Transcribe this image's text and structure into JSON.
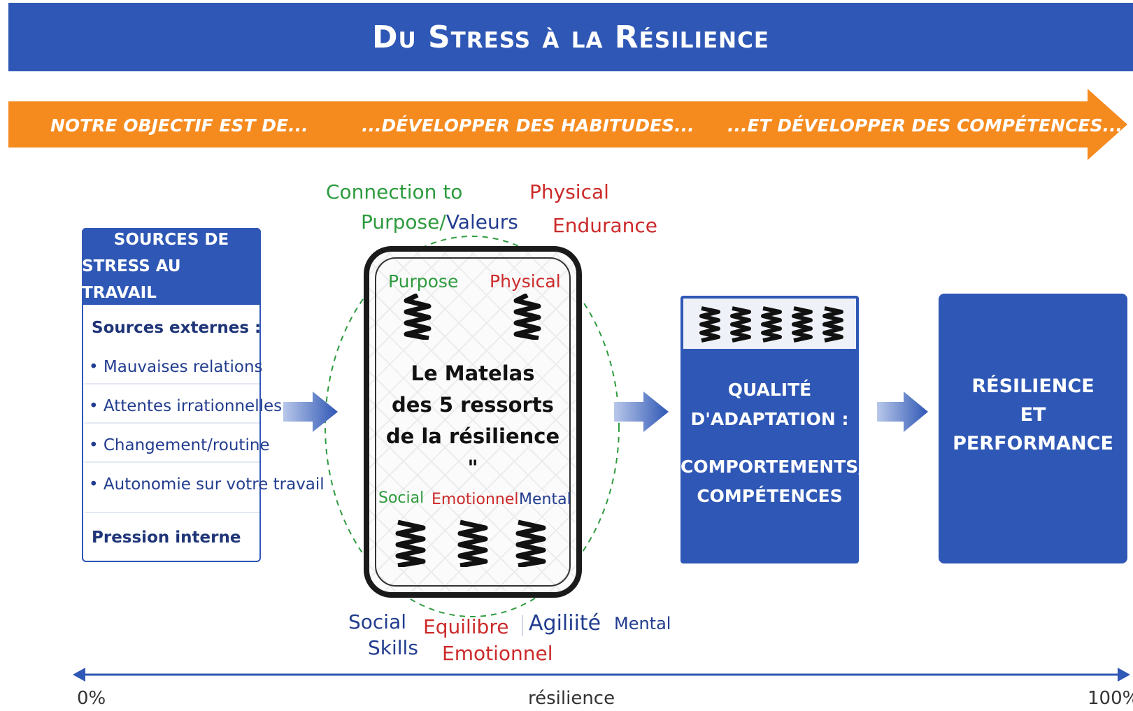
{
  "title": "Du Stress à la Résilience",
  "band": {
    "step1": "NOTRE OBJECTIF EST DE...",
    "step2": "...DÉVELOPPER DES HABITUDES...",
    "step3": "...ET DÉVELOPPER DES COMPÉTENCES..."
  },
  "top_labels": {
    "connection_line1": "Connection to",
    "purpose": "Purpose/",
    "valeurs": "Valeurs",
    "physical": "Physical",
    "endurance": "Endurance"
  },
  "sources": {
    "header_line1": "SOURCES DE",
    "header_line2": "STRESS AU TRAVAIL",
    "externes_label": "Sources externes :",
    "items": [
      "• Mauvaises relations",
      "• Attentes irrationnelles",
      "• Changement/routine",
      "• Autonomie sur votre travail"
    ],
    "interne_label": "Pression interne"
  },
  "mattress": {
    "spring_purpose": "Purpose",
    "spring_physical": "Physical",
    "title_line1": "Le Matelas",
    "title_line2": "des 5 ressorts",
    "title_line3": "de la résilience \"",
    "spring_social": "Social",
    "spring_emotionnel": "Emotionnel",
    "spring_mental": "Mental"
  },
  "bottom_labels": {
    "social_line1": "Social",
    "social_line2": "Skills",
    "equilibre_line1": "Equilibre",
    "equilibre_line2": "Emotionnel",
    "agilite": "Agiliité",
    "mental": "Mental"
  },
  "quality": {
    "line1": "QUALITÉ",
    "line2": "D'ADAPTATION :",
    "line3": "COMPORTEMENTS/",
    "line4": "COMPÉTENCES"
  },
  "result": {
    "line1": "RÉSILIENCE",
    "line2": "ET",
    "line3": "PERFORMANCE"
  },
  "axis": {
    "min_label": "0%",
    "center_label": "résilience",
    "max_label": "100%"
  },
  "colors": {
    "primary_blue": "#2f57b5",
    "orange": "#f58a1f",
    "green": "#2e9b3e",
    "red": "#cc2a2a",
    "navy": "#223d8f"
  }
}
